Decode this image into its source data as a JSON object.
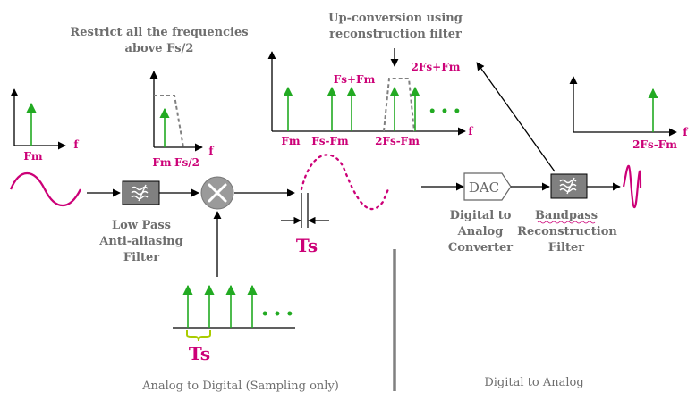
{
  "colors": {
    "signal": "#cc0077",
    "impulse": "#22aa22",
    "line": "#000000",
    "gray_text": "#6e6e6e",
    "block": "#808080",
    "divider": "#808080"
  },
  "icons": {
    "filter_symbol": "lowpass-filter-icon",
    "mixer_symbol": "multiplier-x-icon"
  },
  "labels": {
    "restrict_line1": "Restrict all the frequencies",
    "restrict_line2": "above Fs/2",
    "upconv_line1": "Up-conversion using",
    "upconv_line2": "reconstruction filter",
    "lpf_line1": "Low Pass",
    "lpf_line2": "Anti-aliasing",
    "lpf_line3": "Filter",
    "dac_block": "DAC",
    "dac_line1": "Digital to",
    "dac_line2": "Analog",
    "dac_line3": "Converter",
    "bpf_line1": "Bandpass",
    "bpf_line2": "Reconstruction",
    "bpf_line3": "Filter",
    "adc_section": "Analog to Digital (Sampling only)",
    "dac_section": "Digital to Analog",
    "ts_top": "Ts",
    "ts_bottom": "Ts",
    "ellipsis": "• • •"
  },
  "spectra": {
    "input": {
      "axis": "f",
      "tick": "Fm"
    },
    "lpf": {
      "axis": "f",
      "tick1": "Fm",
      "tick2": "Fs/2"
    },
    "sampled": {
      "axis": "f",
      "bottom_fm": "Fm",
      "bottom_fsfm": "Fs-Fm",
      "bottom_2fsfm": "2Fs-Fm",
      "top_fsfm": "Fs+Fm",
      "top_2fsfm": "2Fs+Fm"
    },
    "output": {
      "axis": "f",
      "tick": "2Fs-Fm"
    }
  }
}
